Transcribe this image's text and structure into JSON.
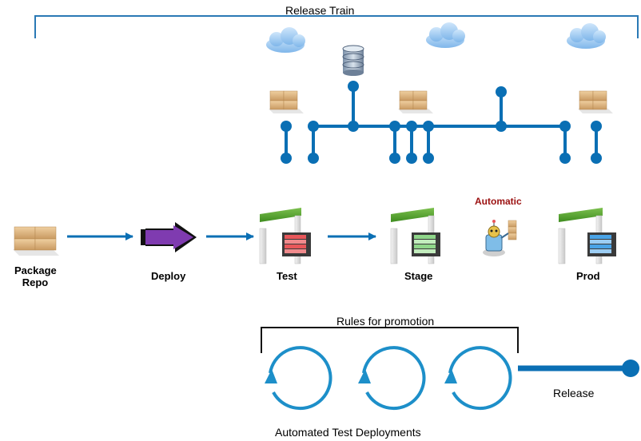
{
  "labels": {
    "release_train": "Release Train",
    "package_repo_line1": "Package",
    "package_repo_line2": "Repo",
    "deploy": "Deploy",
    "test": "Test",
    "stage": "Stage",
    "automatic": "Automatic",
    "prod": "Prod",
    "rules_for_promotion": "Rules for promotion",
    "release": "Release",
    "automated_test_deployments": "Automated Test Deployments"
  },
  "colors": {
    "track_blue": "#0a6fb4",
    "cycle_blue": "#1d8fc9",
    "bracket_blue": "#2a79b5",
    "deploy_arrow": "#7f3bb0",
    "gate_green": "#58a82e",
    "test_red": "#e8575a",
    "stage_green": "#8fd68a",
    "prod_blue": "#4aa3e6",
    "automatic_red": "#9b1010"
  }
}
